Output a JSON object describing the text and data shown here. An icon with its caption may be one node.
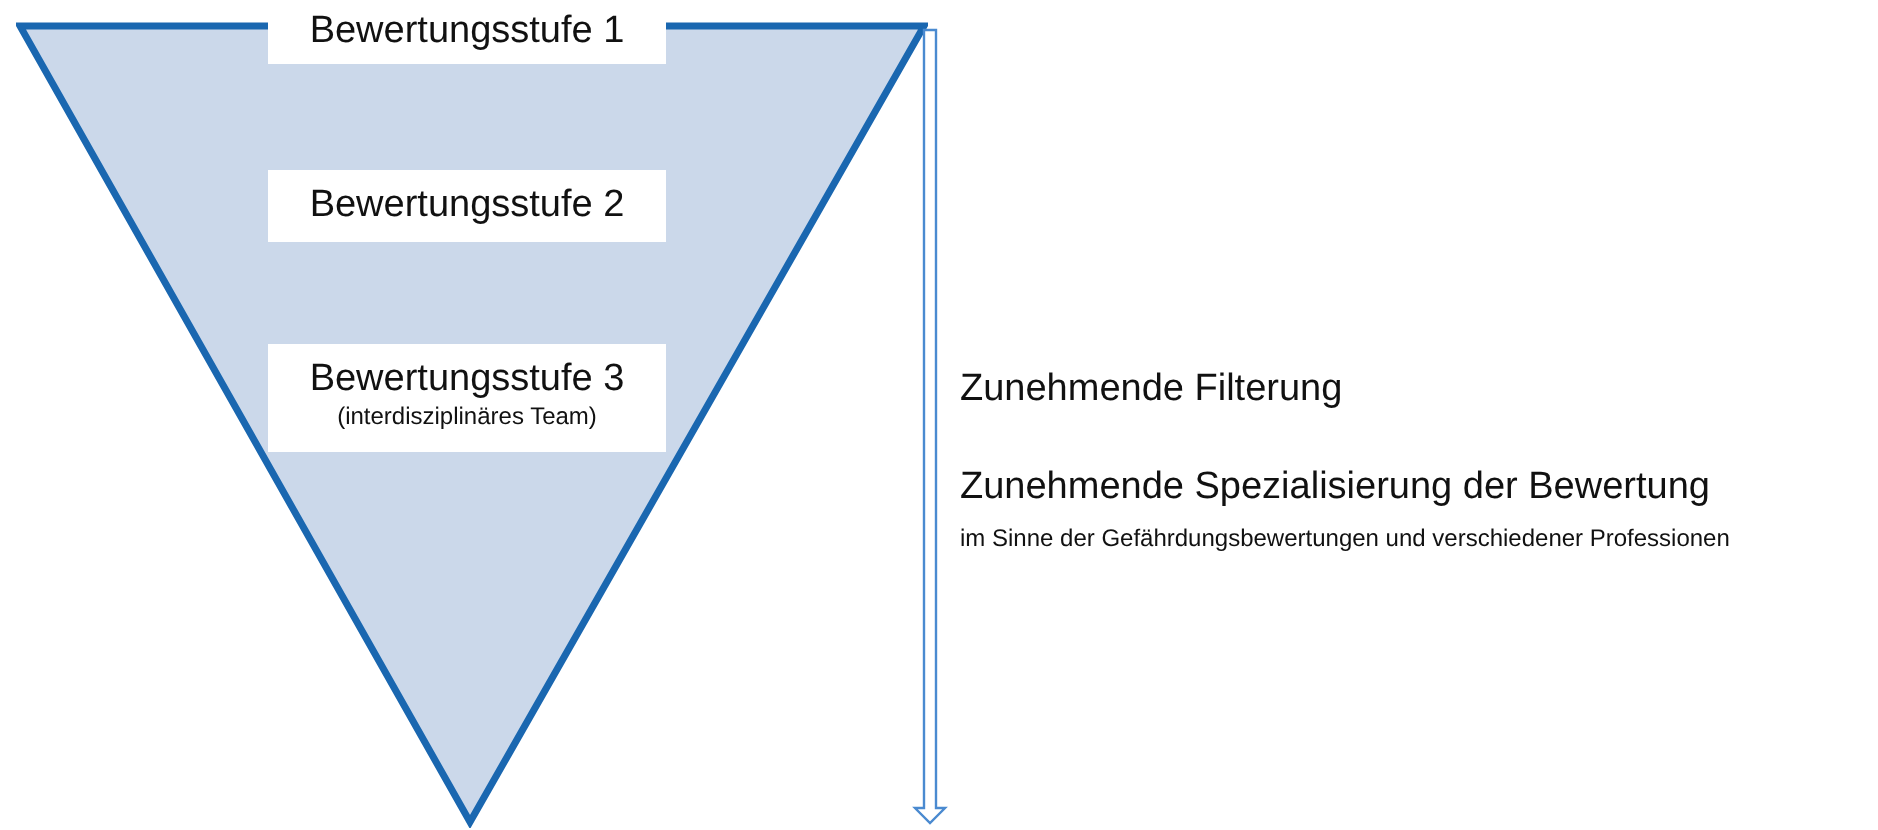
{
  "diagram": {
    "nodes": [
      {
        "text": [],
        "shape": "triangle"
      },
      {
        "text": [
          "Bewertungsstufe 1"
        ],
        "in": 0
      },
      {
        "text": [
          "Bewertungsstufe 2"
        ],
        "in": 0
      },
      {
        "text": [
          "Bewertungsstufe 3",
          "(interdisziplinäres Team)"
        ],
        "in": 0
      }
    ],
    "labels": [
      "Zunehmende Filterung",
      "Zunehmende Spezialisierung der Bewertung",
      "im Sinne der Gefährdungsbewertungen und verschiedener Professionen"
    ]
  }
}
